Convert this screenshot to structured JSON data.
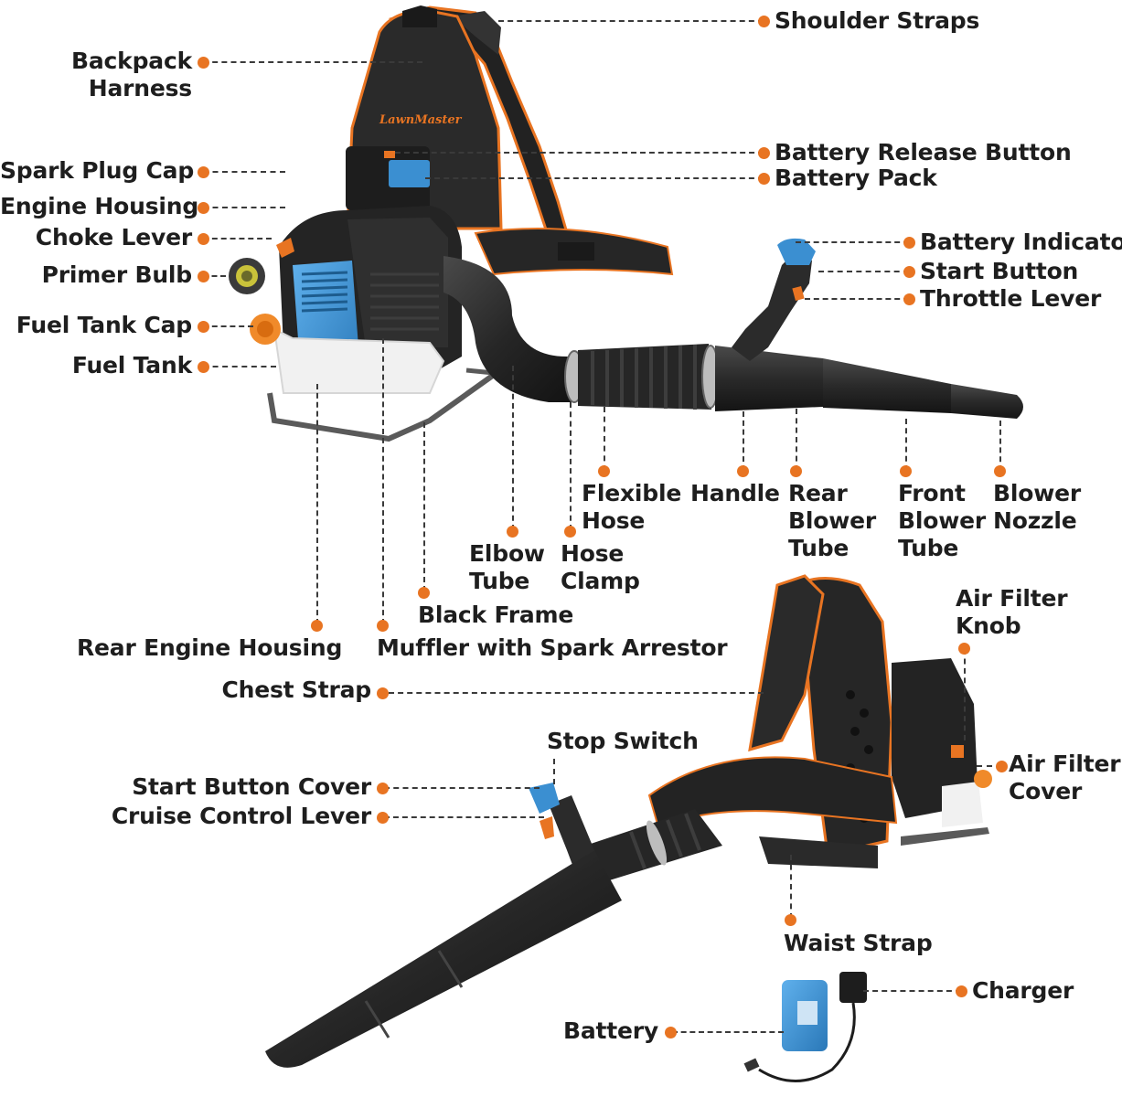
{
  "brand": "LawnMaster",
  "accent_color": "#e87422",
  "engine_color": "#3b8fd1",
  "labels": {
    "shoulder_straps": "Shoulder Straps",
    "backpack_harness_1": "Backpack",
    "backpack_harness_2": "Harness",
    "spark_plug_cap": "Spark Plug Cap",
    "engine_housing": "Engine Housing",
    "choke_lever": "Choke Lever",
    "primer_bulb": "Primer Bulb",
    "fuel_tank_cap": "Fuel Tank Cap",
    "fuel_tank": "Fuel Tank",
    "battery_release_button": "Battery Release Button",
    "battery_pack": "Battery Pack",
    "battery_indicator": "Battery Indicator",
    "start_button": "Start Button",
    "throttle_lever": "Throttle Lever",
    "flexible_hose_1": "Flexible",
    "flexible_hose_2": "Hose",
    "handle": "Handle",
    "rear_blower_tube_1": "Rear",
    "rear_blower_tube_2": "Blower",
    "rear_blower_tube_3": "Tube",
    "front_blower_tube_1": "Front",
    "front_blower_tube_2": "Blower",
    "front_blower_tube_3": "Tube",
    "blower_nozzle_1": "Blower",
    "blower_nozzle_2": "Nozzle",
    "elbow_tube_1": "Elbow",
    "elbow_tube_2": "Tube",
    "hose_clamp_1": "Hose",
    "hose_clamp_2": "Clamp",
    "black_frame": "Black Frame",
    "rear_engine_housing": "Rear Engine Housing",
    "muffler": "Muffler with Spark Arrestor",
    "air_filter_knob_1": "Air Filter",
    "air_filter_knob_2": "Knob",
    "chest_strap": "Chest Strap",
    "stop_switch": "Stop Switch",
    "start_button_cover": "Start Button Cover",
    "cruise_control_lever": "Cruise Control Lever",
    "air_filter_cover_1": "Air Filter",
    "air_filter_cover_2": "Cover",
    "waist_strap": "Waist Strap",
    "charger": "Charger",
    "battery": "Battery"
  }
}
